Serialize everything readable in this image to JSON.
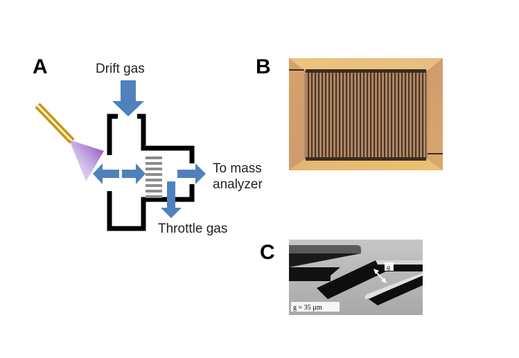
{
  "panels": {
    "a": {
      "letter": "A",
      "drift_gas": "Drift  gas",
      "to_mass_line1": "To mass",
      "to_mass_line2": "analyzer",
      "throttle_gas": "Throttle gas"
    },
    "b": {
      "letter": "B"
    },
    "c": {
      "letter": "C",
      "gap_label": "g",
      "scale_label": "g = 35 µm"
    }
  },
  "colors": {
    "arrow": "#4f81bd",
    "walls": "#000000",
    "grid_bars": "#8c8c8c",
    "emitter": "#d4a020",
    "plume": "#9966cc",
    "chip_gold": "#d9a96a",
    "chip_dark": "#5a4030"
  }
}
